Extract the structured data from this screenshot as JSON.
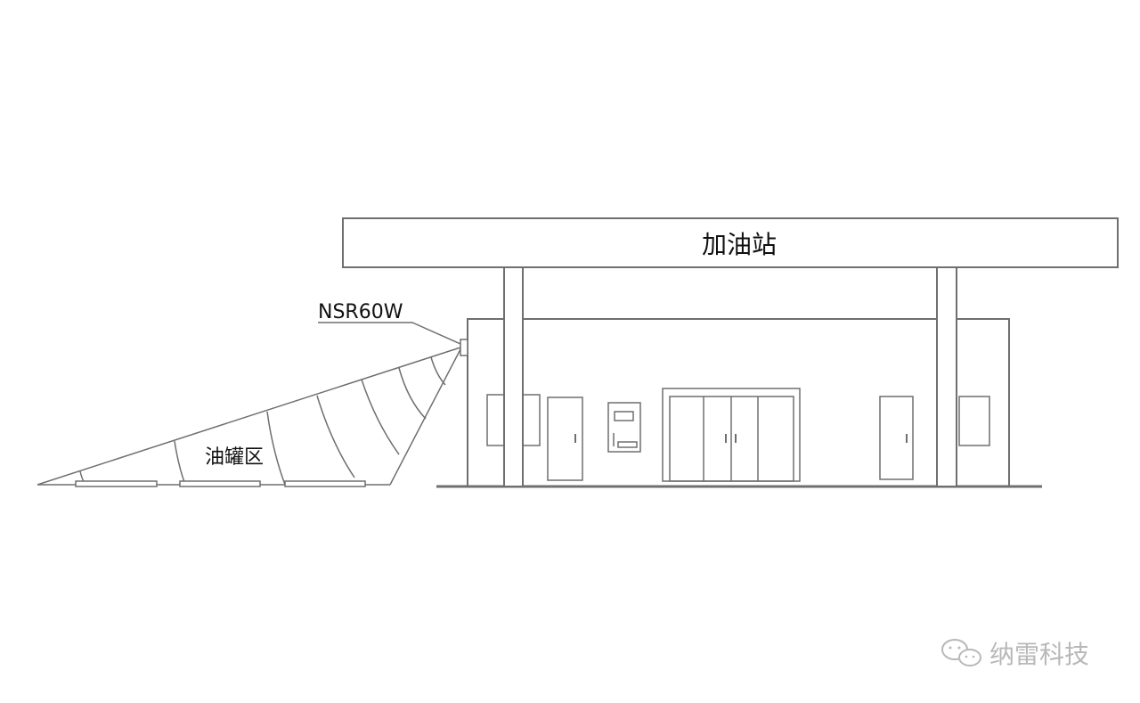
{
  "station": {
    "title": "加油站"
  },
  "sensor": {
    "label": "NSR60W"
  },
  "tank_area": {
    "label": "油罐区"
  },
  "watermark": {
    "text": "纳雷科技",
    "icon": "wechat-icon"
  },
  "colors": {
    "line": "#6f6f6f",
    "text": "#111111",
    "watermark": "#b8b8b8"
  }
}
